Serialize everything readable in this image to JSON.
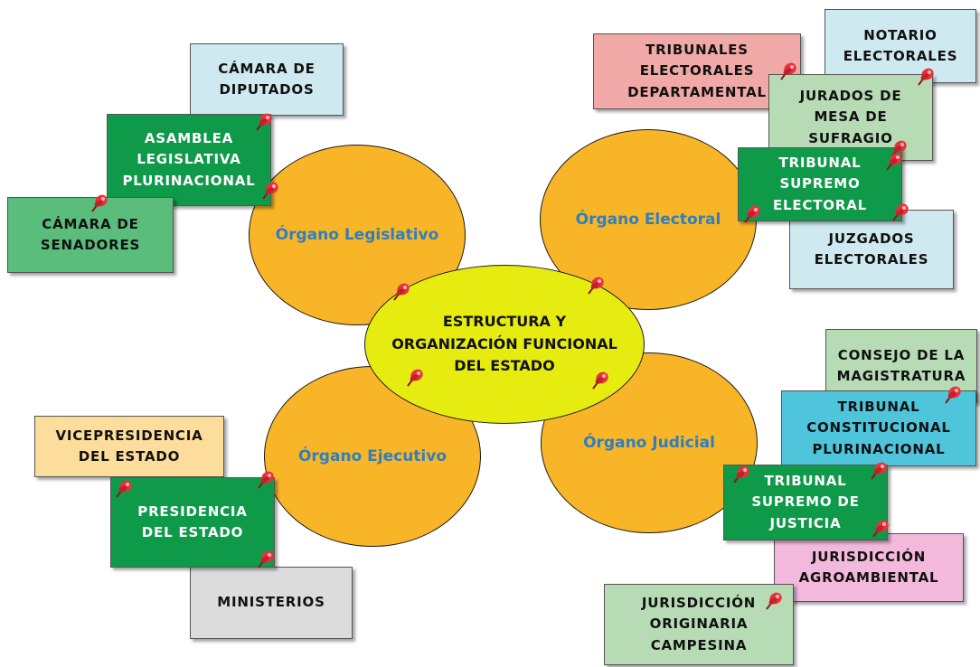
{
  "center": {
    "label": "ESTRUCTURA Y\nORGANIZACIÓN FUNCIONAL\nDEL ESTADO"
  },
  "organs": {
    "legislativo": "Órgano Legislativo",
    "electoral": "Órgano Electoral",
    "ejecutivo": "Órgano Ejecutivo",
    "judicial": "Órgano Judicial"
  },
  "boxes": {
    "camara_diputados": "CÁMARA DE\nDIPUTADOS",
    "asamblea": "ASAMBLEA\nLEGISLATIVA\nPLURINACIONAL",
    "camara_senadores": "CÁMARA DE\nSENADORES",
    "tribunales_dep": "TRIBUNALES\nELECTORALES\nDEPARTAMENTAL",
    "notario": "NOTARIO\nELECTORALES",
    "jurados": "JURADOS DE\nMESA DE\nSUFRAGIO",
    "tse": "TRIBUNAL\nSUPREMO\nELECTORAL",
    "juzgados": "JUZGADOS\nELECTORALES",
    "vicepresidencia": "VICEPRESIDENCIA\nDEL ESTADO",
    "presidencia": "PRESIDENCIA\nDEL ESTADO",
    "ministerios": "MINISTERIOS",
    "consejo": "CONSEJO DE LA\nMAGISTRATURA",
    "tcp": "TRIBUNAL\nCONSTITUCIONAL\nPLURINACIONAL",
    "tsj": "TRIBUNAL\nSUPREMO DE\nJUSTICIA",
    "agroambiental": "JURISDICCIÓN\nAGROAMBIENTAL",
    "originaria": "JURISDICCIÓN\nORIGINARIA\nCAMPESINA"
  },
  "colors": {
    "organ_fill": "#f8b527",
    "organ_text": "#2e7fbf",
    "center_fill": "#e6ec10",
    "light_blue": "#cfe9f1",
    "dark_green": "#0f9a4a",
    "mid_green": "#5bbd7c",
    "light_green": "#b7dcb5",
    "salmon": "#f0a9a7",
    "cyan": "#4fc5dc",
    "pale_yellow": "#fddd9b",
    "gray": "#dcdcdc",
    "pink": "#f3b9dc",
    "pin": "#e8313b"
  },
  "icons": {
    "pin": "push-pin-icon"
  }
}
